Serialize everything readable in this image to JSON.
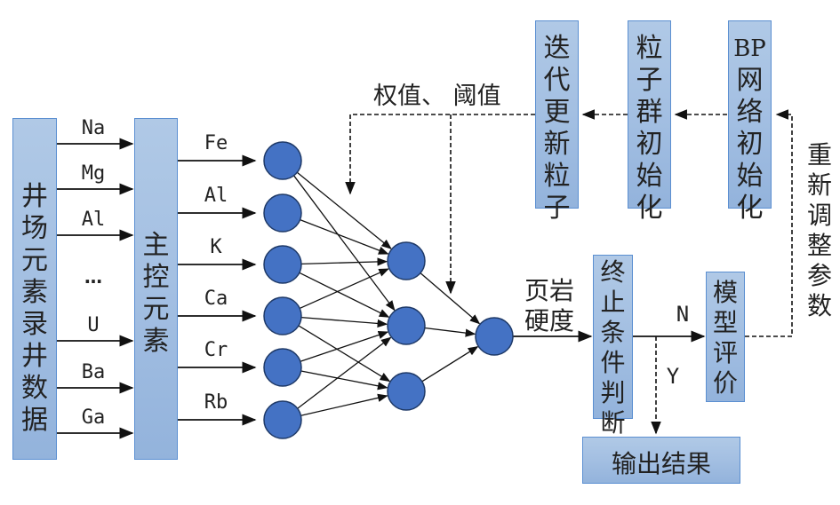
{
  "input_block": {
    "label": "井场元素录井数据"
  },
  "main_control_block": {
    "label": "主控元素"
  },
  "input_elements": [
    "Na",
    "Mg",
    "Al",
    "…",
    "U",
    "Ba",
    "Ga"
  ],
  "main_elements": [
    "Fe",
    "Al",
    "K",
    "Ca",
    "Cr",
    "Rb"
  ],
  "network": {
    "input_nodes": 6,
    "hidden_nodes": 3,
    "output_nodes": 1,
    "connections": [
      [
        0,
        0
      ],
      [
        0,
        1
      ],
      [
        1,
        0
      ],
      [
        2,
        0
      ],
      [
        2,
        1
      ],
      [
        3,
        0
      ],
      [
        3,
        1
      ],
      [
        3,
        2
      ],
      [
        4,
        1
      ],
      [
        4,
        2
      ],
      [
        5,
        1
      ],
      [
        5,
        2
      ]
    ],
    "node_color": "#4472c4"
  },
  "weights_label": "权值、 阈值",
  "output_label": "页岩硬度",
  "iterate_block": {
    "label": "迭代更新粒子"
  },
  "swarm_init_block": {
    "label": "粒子群初始化"
  },
  "bp_init_block": {
    "label_top": "BP",
    "label": "网络初始化"
  },
  "readjust_label": "重新调整参数",
  "termination_block": {
    "label": "终止条件判断"
  },
  "evaluation_block": {
    "label": "模型评价"
  },
  "result_block": {
    "label": "输出结果"
  },
  "branch_labels": {
    "no": "N",
    "yes": "Y"
  }
}
